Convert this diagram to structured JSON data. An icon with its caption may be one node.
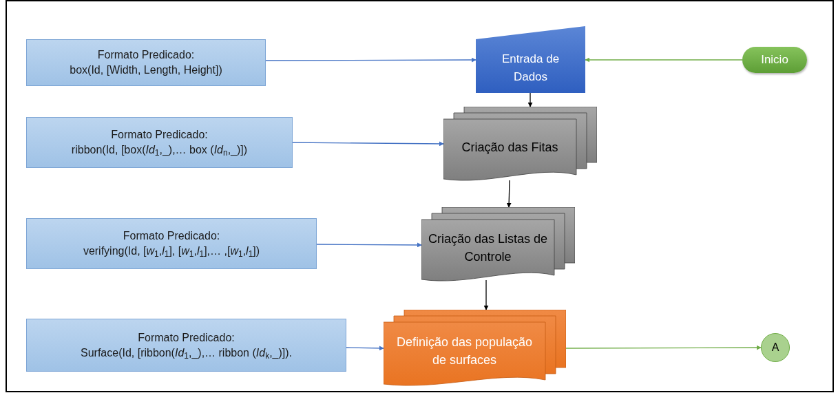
{
  "diagram": {
    "nodes": [
      {
        "text": [
          "Formato Predicado:",
          "box(Id, [Width, Length, Height])"
        ]
      },
      {
        "text": [
          "Entrada de Dados"
        ]
      },
      {
        "text": [
          "Inicio"
        ]
      },
      {
        "text": [
          "Formato Predicado:",
          "ribbon(Id, [box(*Id*$_{1}$,_),… box (*Id*$_{n}$,_)])"
        ]
      },
      {
        "text": [
          "Criação das Fitas"
        ]
      },
      {
        "text": [
          "Formato Predicado:",
          "verifying(Id, [*w*$_{1}$,*l*$_{1}$], [*w*$_{1}$,*l*$_{1}$],… ,[*w*$_{1}$,*l*$_{1}$])"
        ]
      },
      {
        "text": [
          "Criação das Listas de Controle"
        ]
      },
      {
        "text": [
          "Formato Predicado:",
          "Surface(Id, [ribbon(*Id*$_{1}$,_),… ribbon (*Id*$_{k}$,_)])."
        ]
      },
      {
        "text": [
          "Definição das população de surfaces"
        ]
      },
      {
        "text": [
          "A"
        ]
      }
    ],
    "edges": [
      {
        "from": 0,
        "to": 1,
        "arrow": "to"
      },
      {
        "from": 2,
        "to": 1,
        "arrow": "to",
        "color": "#70ad47"
      },
      {
        "from": 1,
        "to": 4,
        "arrow": "to",
        "color": "#000000"
      },
      {
        "from": 3,
        "to": 4,
        "arrow": "to"
      },
      {
        "from": 4,
        "to": 6,
        "arrow": "to",
        "color": "#000000"
      },
      {
        "from": 5,
        "to": 6,
        "arrow": "to"
      },
      {
        "from": 6,
        "to": 8,
        "arrow": "to",
        "color": "#000000"
      },
      {
        "from": 7,
        "to": 8,
        "arrow": "to"
      },
      {
        "from": 8,
        "to": 9,
        "arrow": "to",
        "color": "#70ad47"
      }
    ]
  }
}
